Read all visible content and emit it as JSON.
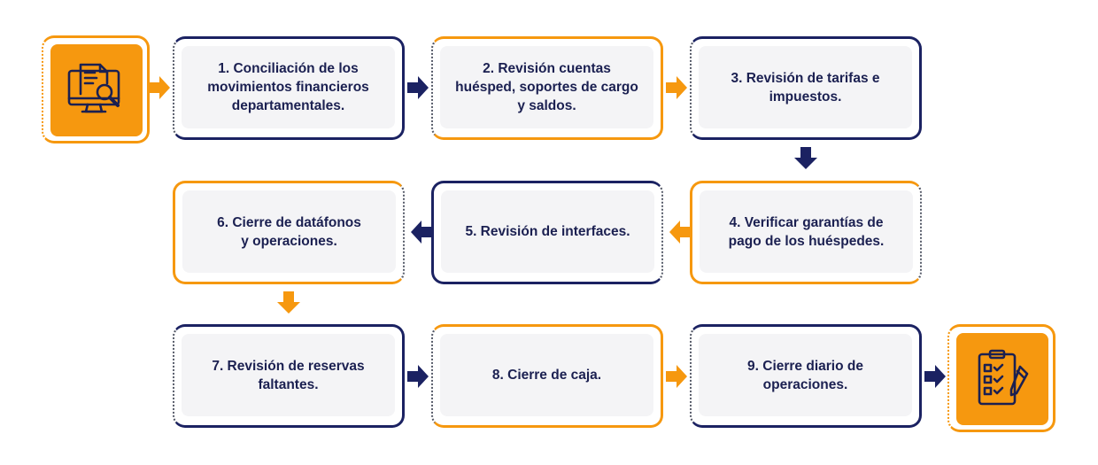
{
  "colors": {
    "navy": "#1b2262",
    "orange": "#f6980f",
    "text": "#1b2051",
    "panel": "#f4f4f6"
  },
  "icons": {
    "start": "computer-document-search-icon",
    "end": "clipboard-checklist-icon"
  },
  "steps": [
    {
      "label": "1. Conciliación de los\nmovimientos financieros\ndepartamentales."
    },
    {
      "label": "2. Revisión cuentas\nhuésped, soportes de cargo\ny saldos."
    },
    {
      "label": "3. Revisión de tarifas e\nimpuestos."
    },
    {
      "label": "4. Verificar garantías de\npago de los huéspedes."
    },
    {
      "label": "5. Revisión de interfaces."
    },
    {
      "label": "6. Cierre de datáfonos\ny operaciones."
    },
    {
      "label": "7. Revisión de reservas\nfaltantes."
    },
    {
      "label": "8. Cierre de caja."
    },
    {
      "label": "9. Cierre diario de\noperaciones."
    }
  ]
}
